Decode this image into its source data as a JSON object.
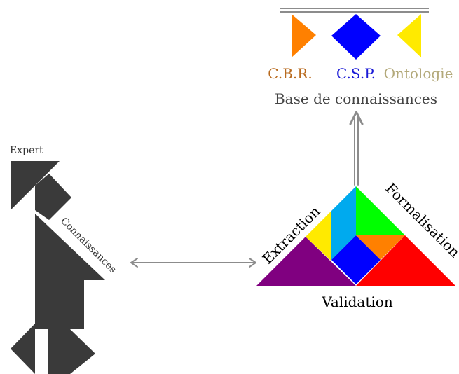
{
  "labels": {
    "expert": "Expert",
    "connaissances": "Connaissances",
    "extraction": "Extraction",
    "formalisation": "Formalisation",
    "validation": "Validation",
    "cbr": "C.B.R.",
    "csp": "C.S.P.",
    "ontologie": "Ontologie",
    "knowledge_base": "Base de connaissances"
  },
  "colors": {
    "tangram_dark": "#3a3a3a",
    "arrow_gray": "#8c8c8c",
    "cbr": "#b86a1e",
    "csp": "#1a1ad6",
    "ontologie": "#b3a97a",
    "text_dark": "#333333",
    "piece_orange": "#ff8000",
    "piece_blue": "#0000ff",
    "piece_yellow": "#ffea00",
    "piece_purple": "#800080",
    "piece_cyan": "#00aaee",
    "piece_green": "#00ff00",
    "piece_red": "#ff0000"
  },
  "icons": {
    "expert_figure": "tangram-person-icon",
    "knowledge_triangle": "tangram-triangle-icon",
    "base_pieces": [
      "orange-triangle-icon",
      "blue-square-icon",
      "yellow-triangle-icon"
    ]
  }
}
